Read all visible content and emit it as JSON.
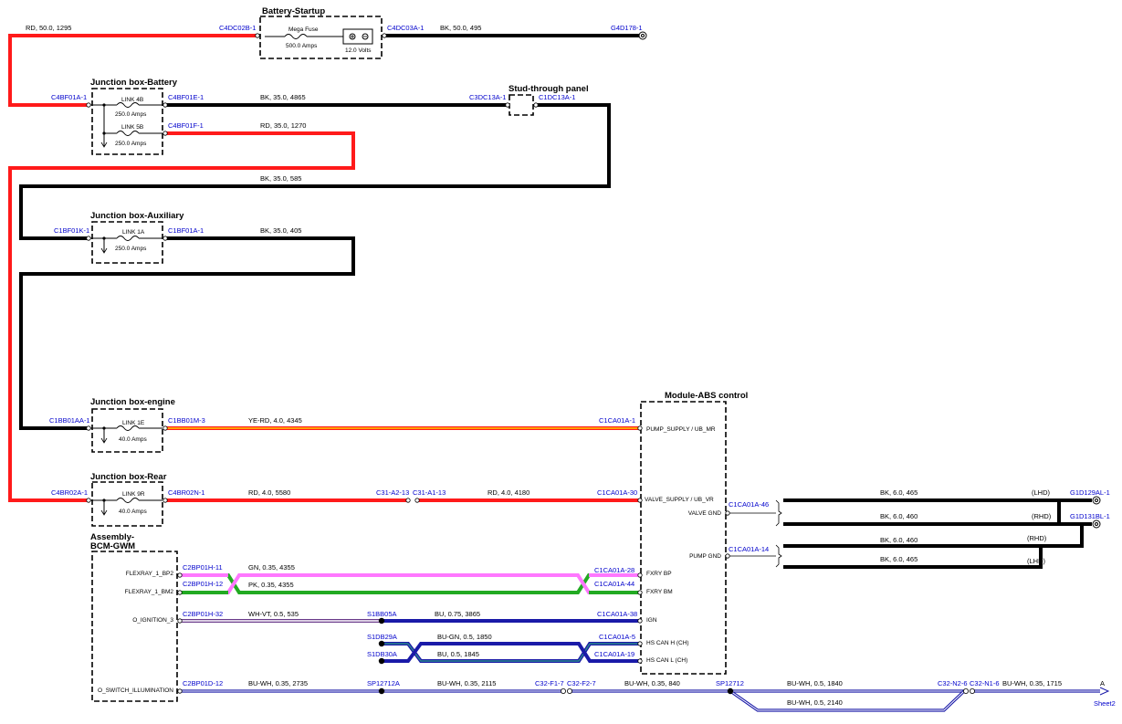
{
  "colors": {
    "red": "#ff1a1a",
    "black": "#000000",
    "green": "#22aa22",
    "pink": "#ff77ff",
    "blue": "#1a1aa8",
    "teal": "#2a7a7a",
    "connector_label": "#0000cc"
  },
  "boxes": {
    "battery_startup": {
      "title": "Battery-Startup",
      "fuse_label": "Mega Fuse",
      "fuse_rating": "500.0 Amps",
      "battery_voltage": "12.0 Volts"
    },
    "jb_battery": {
      "title": "Junction box-Battery",
      "link1": "LINK 4B",
      "link1_rating": "250.0 Amps",
      "link2": "LINK 5B",
      "link2_rating": "250.0 Amps"
    },
    "stud_panel": {
      "title": "Stud-through panel"
    },
    "jb_aux": {
      "title": "Junction box-Auxiliary",
      "link": "LINK 1A",
      "link_rating": "250.0 Amps"
    },
    "jb_engine": {
      "title": "Junction box-engine",
      "link": "LINK 1E",
      "link_rating": "40.0 Amps"
    },
    "jb_rear": {
      "title": "Junction box-Rear",
      "link": "LINK 9R",
      "link_rating": "40.0 Amps"
    },
    "bcm": {
      "title_line1": "Assembly-",
      "title_line2": "BCM-GWM",
      "pin_flexray_bp2": "FLEXRAY_1_BP2",
      "pin_flexray_bm2": "FLEXRAY_1_BM2",
      "pin_ignition": "O_IGNITION_3",
      "pin_switch": "O_SWITCH_ILLUMINATION"
    },
    "abs": {
      "title": "Module-ABS control",
      "pin_pump_supply": "PUMP_SUPPLY / UB_MR",
      "pin_valve_supply": "VALVE_SUPPLY / UB_VR",
      "pin_valve_gnd": "VALVE GND",
      "pin_pump_gnd": "PUMP GND",
      "pin_fxry_bp": "FXRY BP",
      "pin_fxry_bm": "FXRY BM",
      "pin_ign": "IGN",
      "pin_can_h": "HS CAN H (CH)",
      "pin_can_l": "HS CAN L (CH)"
    }
  },
  "connectors": {
    "c4dc02b": "C4DC02B-1",
    "c4dc03a": "C4DC03A-1",
    "g4d178": "G4D178-1",
    "c4bf01a_left": "C4BF01A-1",
    "c4bf01e": "C4BF01E-1",
    "c4bf01f": "C4BF01F-1",
    "c3dc13a": "C3DC13A-1",
    "c1dc13a": "C1DC13A-1",
    "c1bf01k": "C1BF01K-1",
    "c1bf01a": "C1BF01A-1",
    "c1bb01aa": "C1BB01AA-1",
    "c1bb01m": "C1BB01M-3",
    "c1ca01a_1": "C1CA01A-1",
    "c4br02a": "C4BR02A-1",
    "c4br02n": "C4BR02N-1",
    "c31_a2": "C31-A2-13",
    "c31_a1": "C31-A1-13",
    "c1ca01a_30": "C1CA01A-30",
    "c1ca01a_46": "C1CA01A-46",
    "c1ca01a_14": "C1CA01A-14",
    "g1d129al": "G1D129AL-1",
    "g1d131bl": "G1D131BL-1",
    "c2bp01h_11": "C2BP01H-11",
    "c2bp01h_12": "C2BP01H-12",
    "c1ca01a_28": "C1CA01A-28",
    "c1ca01a_44": "C1CA01A-44",
    "c2bp01h_32": "C2BP01H-32",
    "s1bb05a": "S1BB05A",
    "c1ca01a_38": "C1CA01A-38",
    "s1db29a": "S1DB29A",
    "s1db30a": "S1DB30A",
    "c1ca01a_5": "C1CA01A-5",
    "c1ca01a_19": "C1CA01A-19",
    "c2bp01d_12": "C2BP01D-12",
    "sp12712a": "SP12712A",
    "c32_f1": "C32-F1-7",
    "c32_f2": "C32-F2-7",
    "sp12712": "SP12712",
    "c32_n2": "C32-N2-6",
    "c32_n1": "C32-N1-6",
    "sheet_ref": "A",
    "sheet_name": "Sheet2"
  },
  "wires": {
    "w_rd50": "RD, 50.0, 1295",
    "w_bk50": "BK, 50.0, 495",
    "w_bk35_4865": "BK, 35.0, 4865",
    "w_rd35_1270": "RD, 35.0, 1270",
    "w_bk35_585": "BK, 35.0, 585",
    "w_bk35_405": "BK, 35.0, 405",
    "w_yerd": "YE-RD, 4.0, 4345",
    "w_rd4_5580": "RD, 4.0, 5580",
    "w_rd4_4180": "RD, 4.0, 4180",
    "w_bk6_465a": "BK, 6.0, 465",
    "w_lhd_a": "(LHD)",
    "w_bk6_460a": "BK, 6.0, 460",
    "w_rhd_a": "(RHD)",
    "w_bk6_460b": "BK, 6.0, 460",
    "w_rhd_b": "(RHD)",
    "w_bk6_465b": "BK, 6.0, 465",
    "w_lhd_b": "(LHD)",
    "w_gn": "GN, 0.35, 4355",
    "w_pk": "PK, 0.35, 4355",
    "w_whvt": "WH-VT, 0.5, 535",
    "w_bu075": "BU, 0.75, 3865",
    "w_bugn": "BU-GN, 0.5, 1850",
    "w_bu05": "BU, 0.5, 1845",
    "w_buwh_2735": "BU-WH, 0.35, 2735",
    "w_buwh_2115": "BU-WH, 0.35, 2115",
    "w_buwh_840": "BU-WH, 0.35, 840",
    "w_buwh_1840": "BU-WH, 0.5, 1840",
    "w_buwh_2140": "BU-WH, 0.5, 2140",
    "w_buwh_1715": "BU-WH, 0.35, 1715"
  }
}
